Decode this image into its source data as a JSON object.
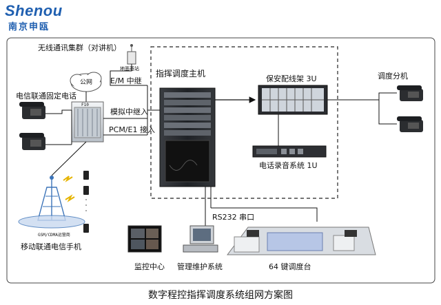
{
  "logo": {
    "en": "Shenou",
    "cn": "南京申瓯"
  },
  "labels": {
    "wireless": "无线通讯集群（对讲机）",
    "base_station": "地面基站",
    "cloud": "公网",
    "telecom_fixed": "电信联通固定电话",
    "em_trunk": "E/M 中继",
    "analog_trunk": "模拟中继入",
    "pcm": "PCM/E1 接入",
    "host": "指挥调度主机",
    "mdf": "保安配线架 3U",
    "recorder": "电话录音系统 1U",
    "extension": "调度分机",
    "rs232": "RS232 串口",
    "mobile": "移动联通电信手机",
    "gsm_tower": "GSM/CDMA运营商",
    "monitor": "监控中心",
    "mgmt": "管理维护系统",
    "console": "64 键调度台",
    "switch_small": "F10"
  },
  "caption": "数字程控指挥调度系统组网方案图"
}
